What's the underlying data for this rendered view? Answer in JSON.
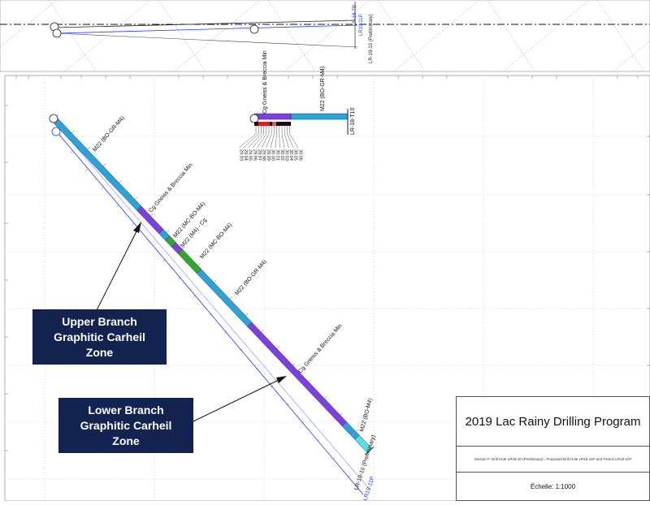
{
  "colors": {
    "hole_blue": "#2aa3dc",
    "gneiss_purple": "#7b3fe3",
    "graphitic_green": "#2fa62f",
    "cyan_end": "#53e0e6",
    "trace_blue": "#1e3cff",
    "callout_bg": "#13234f"
  },
  "plan_view": {
    "hole_label": "LR-19-10 (Preliminary)",
    "proposed_label": "LR19-11P",
    "top_label": "LR-18-TB"
  },
  "trench": {
    "unit_labels": [
      "Cg Gneiss & Breccia Min",
      "M22 (BO-GR-M4)"
    ],
    "name": "LR-18-T10",
    "sample_tags": [
      "29.93",
      "29.94",
      "29.95",
      "29.96",
      "29.97",
      "29.98",
      "29.99",
      "30.00",
      "30.01",
      "30.02",
      "30.03",
      "30.04",
      "30.05",
      "30.06"
    ]
  },
  "hole": {
    "units": [
      {
        "label": "M22 (BO-GR-M4)"
      },
      {
        "label": "Cg Gneiss & Breccia Min"
      },
      {
        "label": "M22 (MC-BO-M4)"
      },
      {
        "label": "M22 (M4) - Cg"
      },
      {
        "label": "M22 (MC-BO-M4)"
      },
      {
        "label": "M22 (BO-GR-M4)"
      },
      {
        "label": "Cg Gneiss & Breccia Min"
      },
      {
        "label": "M22 (BO-M4)"
      }
    ],
    "hole_label": "LR-19-10 (Preliminary)",
    "proposed_label": "LR19-11P"
  },
  "callouts": {
    "upper": [
      "Upper Branch",
      "Graphitic Carheil",
      "Zone"
    ],
    "lower": [
      "Lower Branch",
      "Graphitic Carheil",
      "Zone"
    ]
  },
  "title_block": {
    "title": "2019 Lac Rainy Drilling Program",
    "subtitle": "Section F: Drill Hole LR19-10 (Preliminary) , Proposed Drill Hole LR19-11P and Trench LR18-10T",
    "scale": "Échelle: 1:1000"
  }
}
